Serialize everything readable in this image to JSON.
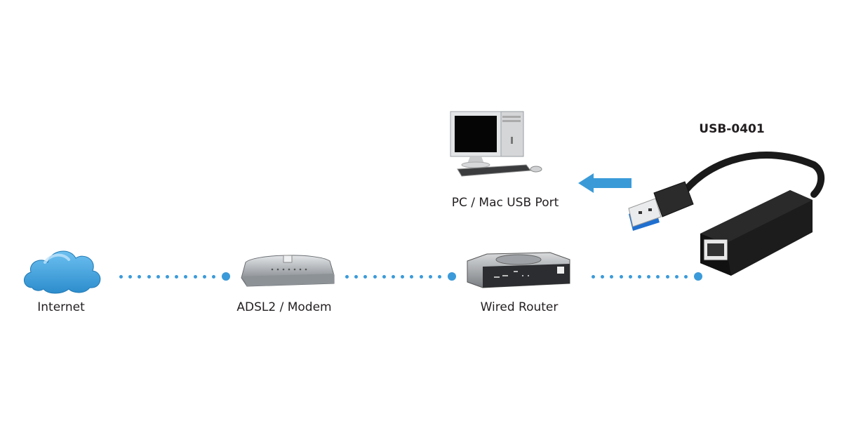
{
  "nodes": {
    "internet": {
      "label": "Internet",
      "icon": "cloud-icon"
    },
    "modem": {
      "label": "ADSL2 / Modem",
      "icon": "modem-icon"
    },
    "router": {
      "label": "Wired Router",
      "icon": "router-icon"
    },
    "pc": {
      "label": "PC / Mac USB Port",
      "icon": "desktop-computer-icon"
    },
    "adapter": {
      "title": "USB-0401",
      "icon": "usb-ethernet-adapter-icon"
    }
  },
  "connections": [
    {
      "from": "internet",
      "to": "modem",
      "style": "dotted"
    },
    {
      "from": "modem",
      "to": "router",
      "style": "dotted"
    },
    {
      "from": "router",
      "to": "adapter",
      "style": "dotted"
    },
    {
      "from": "adapter",
      "to": "pc",
      "style": "arrow"
    }
  ],
  "colors": {
    "accent": "#3b9ad9",
    "text": "#231f20"
  }
}
